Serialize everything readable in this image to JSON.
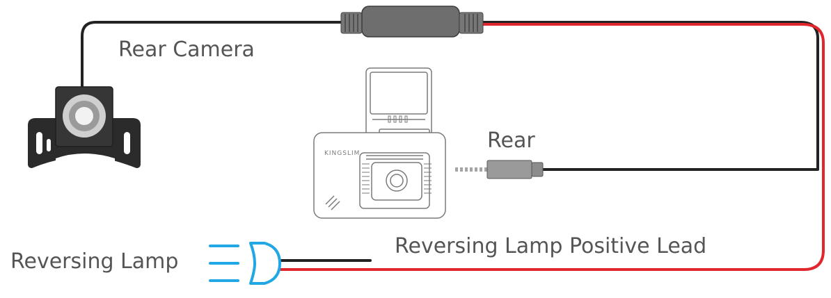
{
  "labels": {
    "rear_camera": "Rear Camera",
    "rear": "Rear",
    "lamp_positive_lead": "Reversing Lamp Positive Lead",
    "reversing_lamp": "Reversing Lamp"
  },
  "device": {
    "brand": "KINGSLIM"
  },
  "colors": {
    "label_text": "#555555",
    "black_wire": "#222222",
    "red_wire": "#e1262d",
    "lamp_blue": "#20a7e4",
    "camera_body": "#303030",
    "outline": "#8a8a8a"
  },
  "icons": {
    "camera": "rear-camera-icon",
    "dashcam": "dashcam-icon",
    "connector": "inline-connector-icon",
    "plug": "audio-jack-plug-icon",
    "lamp": "reversing-lamp-icon"
  }
}
